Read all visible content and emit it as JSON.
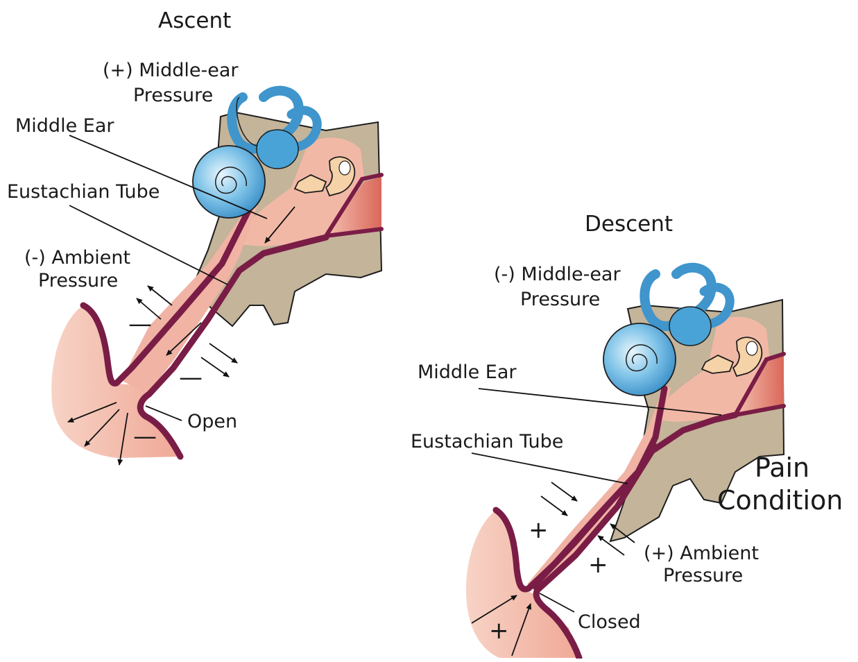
{
  "ascent": {
    "title": "Ascent",
    "middle_ear_pressure_line1": "(+) Middle-ear",
    "middle_ear_pressure_line2": "Pressure",
    "middle_ear": "Middle Ear",
    "eustachian_tube": "Eustachian Tube",
    "ambient_line1": "(-) Ambient",
    "ambient_line2": "Pressure",
    "open": "Open",
    "sign": "—"
  },
  "descent": {
    "title": "Descent",
    "middle_ear_pressure_line1": "(-) Middle-ear",
    "middle_ear_pressure_line2": "Pressure",
    "middle_ear": "Middle Ear",
    "eustachian_tube": "Eustachian Tube",
    "pain_line1": "Pain",
    "pain_line2": "Condition",
    "ambient_line1": "(+)  Ambient",
    "ambient_line2": "Pressure",
    "closed": "Closed",
    "sign": "+"
  },
  "colors": {
    "bone": "#c3b49a",
    "tissue": "#f2b8a6",
    "tube_wall": "#7a1d46",
    "inner_ear": "#4aa3d6",
    "ossicles": "#f6d2a8",
    "ear_canal": "#e07a6a"
  }
}
